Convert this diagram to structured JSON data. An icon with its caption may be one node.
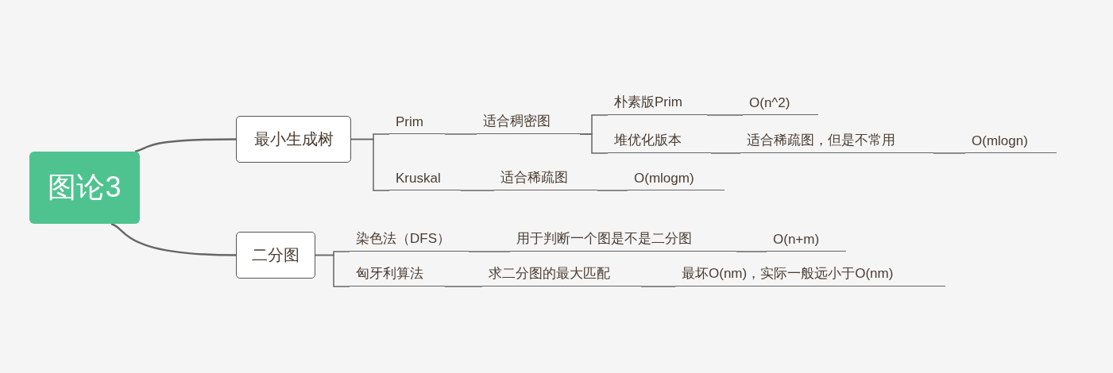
{
  "diagram": {
    "nodes": [
      {
        "text": [
          "图论3"
        ]
      },
      {
        "text": [
          "最小生成树"
        ]
      },
      {
        "text": [
          "二分图"
        ]
      },
      {
        "text": [
          "Prim"
        ]
      },
      {
        "text": [
          "适合稠密图"
        ]
      },
      {
        "text": [
          "朴素版Prim"
        ]
      },
      {
        "text": [
          "O(n^2)"
        ]
      },
      {
        "text": [
          "堆优化版本"
        ]
      },
      {
        "text": [
          "适合稀疏图，但是不常用"
        ]
      },
      {
        "text": [
          "O(mlogn)"
        ]
      },
      {
        "text": [
          "Kruskal"
        ]
      },
      {
        "text": [
          "适合稀疏图"
        ]
      },
      {
        "text": [
          "O(mlogm)"
        ]
      },
      {
        "text": [
          "染色法（DFS）"
        ]
      },
      {
        "text": [
          "用于判断一个图是不是二分图"
        ]
      },
      {
        "text": [
          "O(n+m)"
        ]
      },
      {
        "text": [
          "匈牙利算法"
        ]
      },
      {
        "text": [
          "求二分图的最大匹配"
        ]
      },
      {
        "text": [
          "最坏O(nm)，实际一般远小于O(nm)"
        ]
      }
    ],
    "edges": [
      {
        "from": 0,
        "to": 1,
        "arrow": "none"
      },
      {
        "from": 0,
        "to": 2,
        "arrow": "none"
      },
      {
        "from": 1,
        "to": 3,
        "arrow": "none"
      },
      {
        "from": 1,
        "to": 10,
        "arrow": "none"
      },
      {
        "from": 3,
        "to": 4,
        "arrow": "none"
      },
      {
        "from": 4,
        "to": 5,
        "arrow": "none"
      },
      {
        "from": 4,
        "to": 7,
        "arrow": "none"
      },
      {
        "from": 5,
        "to": 6,
        "arrow": "none"
      },
      {
        "from": 7,
        "to": 8,
        "arrow": "none"
      },
      {
        "from": 8,
        "to": 9,
        "arrow": "none"
      },
      {
        "from": 10,
        "to": 11,
        "arrow": "none"
      },
      {
        "from": 11,
        "to": 12,
        "arrow": "none"
      },
      {
        "from": 2,
        "to": 13,
        "arrow": "none"
      },
      {
        "from": 2,
        "to": 16,
        "arrow": "none"
      },
      {
        "from": 13,
        "to": 14,
        "arrow": "none"
      },
      {
        "from": 14,
        "to": 15,
        "arrow": "none"
      },
      {
        "from": 16,
        "to": 17,
        "arrow": "none"
      },
      {
        "from": 17,
        "to": 18,
        "arrow": "none"
      }
    ]
  }
}
